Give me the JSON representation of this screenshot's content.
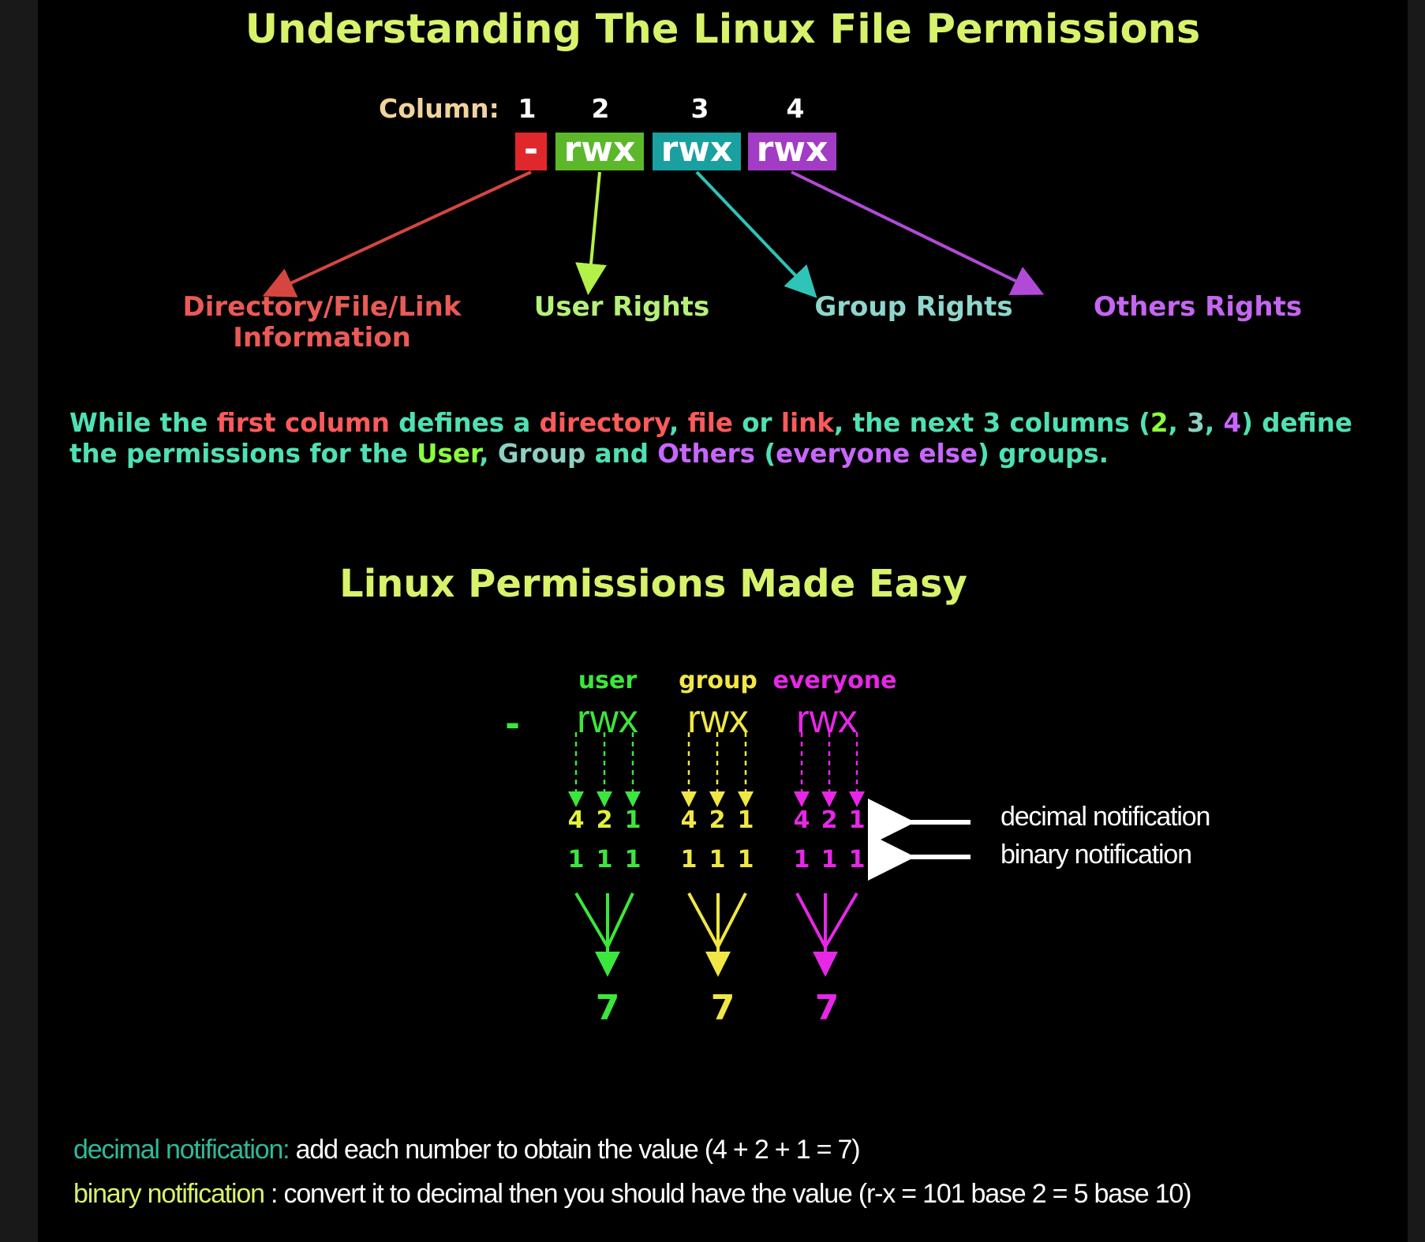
{
  "title": "Understanding The Linux File Permissions",
  "column_header": "Column:",
  "column_numbers": [
    "1",
    "2",
    "3",
    "4"
  ],
  "boxes": [
    "-",
    "rwx",
    "rwx",
    "rwx"
  ],
  "labels": {
    "type_line1": "Directory/File/Link",
    "type_line2": "Information",
    "user": "User Rights",
    "group": "Group Rights",
    "others": "Others Rights"
  },
  "paragraph": {
    "p1": "While the ",
    "p2": "first column",
    "p3": " defines a ",
    "p4": "directory",
    "p5": ", ",
    "p6": "file",
    "p7": " or ",
    "p8": "link",
    "p9": ", the next 3 columns (",
    "p10": "2",
    "p11": ", ",
    "p12": "3",
    "p13": ", ",
    "p14": "4",
    "p15": ") define",
    "p16": "the permissions for the ",
    "p17": "User",
    "p18": ", ",
    "p19": "Group",
    "p20": " and ",
    "p21": "Others",
    "p22": " (",
    "p23": "everyone else",
    "p24": ") groups."
  },
  "subtitle": "Linux Permissions Made Easy",
  "groups": [
    {
      "name": "user",
      "perm": "rwx",
      "decimal": [
        "4",
        "2",
        "1"
      ],
      "binary": [
        "1",
        "1",
        "1"
      ],
      "total": "7",
      "color": "#3ce63c"
    },
    {
      "name": "group",
      "perm": "rwx",
      "decimal": [
        "4",
        "2",
        "1"
      ],
      "binary": [
        "1",
        "1",
        "1"
      ],
      "total": "7",
      "color": "#f0e646"
    },
    {
      "name": "everyone",
      "perm": "rwx",
      "decimal": [
        "4",
        "2",
        "1"
      ],
      "binary": [
        "1",
        "1",
        "1"
      ],
      "total": "7",
      "color": "#e628e6"
    }
  ],
  "type_dash": "-",
  "notes": {
    "decimal": "decimal notification",
    "binary": "binary notification"
  },
  "footer": {
    "decimal_label": "decimal notification:",
    "decimal_text": " add each number to obtain the value (4 + 2 + 1 = 7)",
    "binary_label": "binary notification",
    "binary_text": " : convert it to decimal then you should have the value (r-x = 101 base 2  = 5 base 10)"
  },
  "colors": {
    "title": "#d7f26b",
    "type_red": "#e0282c",
    "user_green": "#5cb82a",
    "group_teal": "#1aa0a0",
    "others_purple": "#a23cc4",
    "type_label": "#ea5a56",
    "user_label": "#b6f07a",
    "group_label": "#8fd6cc",
    "others_label": "#c566f0"
  }
}
